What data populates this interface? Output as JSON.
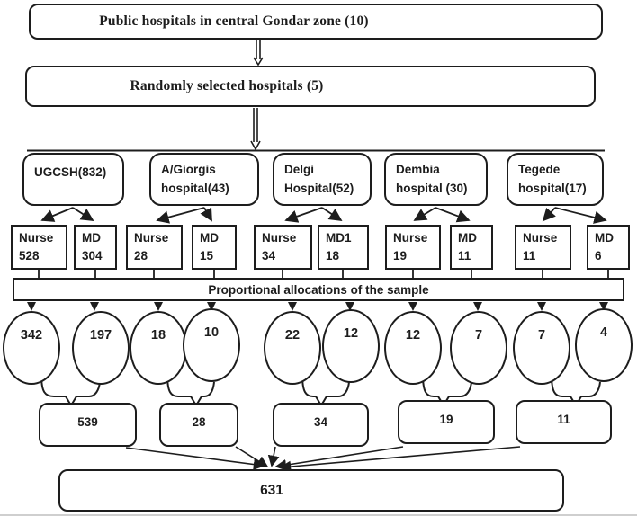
{
  "flow": {
    "population": "Public hospitals in central Gondar zone (10)",
    "selected": "Randomly selected hospitals (5)",
    "allocation": "Proportional allocations of the sample",
    "total": "631"
  },
  "hospitals": [
    {
      "name": "UGCSH(832)",
      "nurse_label": "Nurse",
      "nurse_count": "528",
      "md_label": "MD",
      "md_count": "304",
      "nurse_sample": "342",
      "md_sample": "197",
      "subtotal": "539"
    },
    {
      "name": "A/Giorgis hospital(43)",
      "nurse_label": "Nurse",
      "nurse_count": "28",
      "md_label": "MD",
      "md_count": "15",
      "nurse_sample": "18",
      "md_sample": "10",
      "subtotal": "28"
    },
    {
      "name": "Delgi Hospital(52)",
      "nurse_label": "Nurse",
      "nurse_count": "34",
      "md_label": "MD1",
      "md_count": "18",
      "nurse_sample": "22",
      "md_sample": "12",
      "subtotal": "34"
    },
    {
      "name": "Dembia hospital (30)",
      "nurse_label": "Nurse",
      "nurse_count": "19",
      "md_label": "MD",
      "md_count": "11",
      "nurse_sample": "12",
      "md_sample": "7",
      "subtotal": "19"
    },
    {
      "name": "Tegede hospital(17)",
      "nurse_label": "Nurse",
      "nurse_count": "11",
      "md_label": "MD",
      "md_count": "6",
      "nurse_sample": "7",
      "md_sample": "4",
      "subtotal": "11"
    }
  ],
  "colors": {
    "stroke": "#1d1d1d",
    "background": "#ffffff"
  }
}
